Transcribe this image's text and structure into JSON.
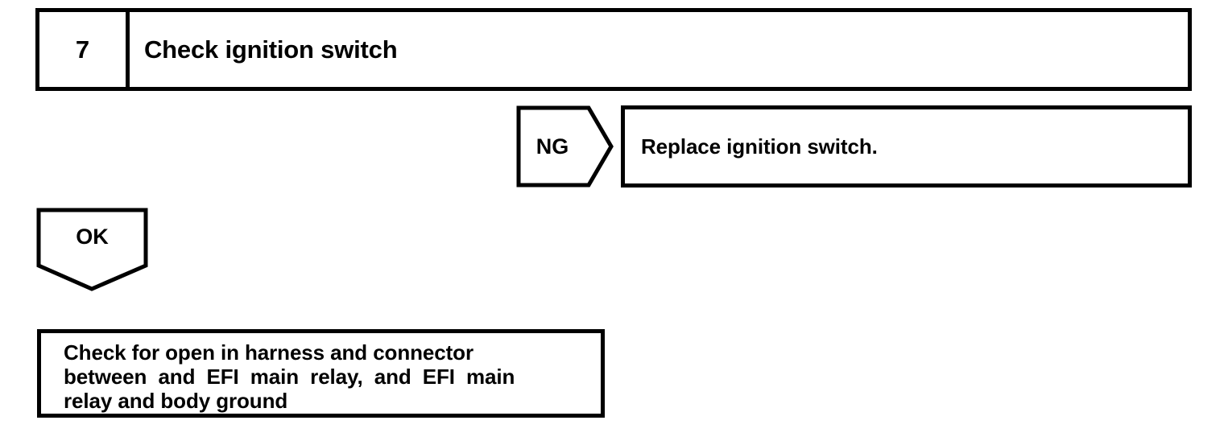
{
  "flowchart": {
    "step": {
      "number": "7",
      "title": "Check ignition switch"
    },
    "ng_branch": {
      "connector_label": "NG",
      "connector_icon": "arrow-right-pentagon-icon",
      "action": "Replace ignition switch."
    },
    "ok_branch": {
      "connector_label": "OK",
      "connector_icon": "arrow-down-pentagon-icon",
      "action_lines": [
        "Check for open in harness and connector",
        "between and EFI main relay, and EFI main",
        "relay and body ground"
      ]
    }
  },
  "colors": {
    "ink": "#000000",
    "paper": "#ffffff"
  }
}
